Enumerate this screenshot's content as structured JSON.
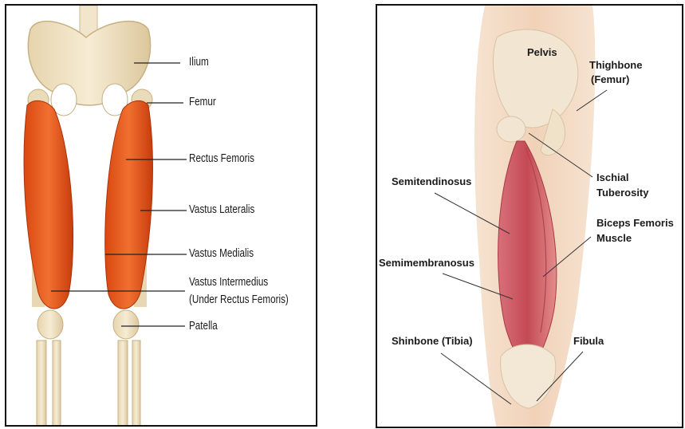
{
  "left_panel": {
    "labels": {
      "ilium": "Ilium",
      "femur": "Femur",
      "rectus_femoris": "Rectus Femoris",
      "vastus_lateralis": "Vastus Lateralis",
      "vastus_medialis": "Vastus Medialis",
      "vastus_intermedius": "Vastus Intermedius",
      "vastus_intermedius_note": "(Under Rectus Femoris)",
      "patella": "Patella"
    }
  },
  "right_panel": {
    "labels": {
      "pelvis": "Pelvis",
      "thighbone": "Thighbone",
      "thighbone_alt": "(Femur)",
      "ischial": "Ischial",
      "tuberosity": "Tuberosity",
      "biceps_femoris": "Biceps Femoris",
      "muscle": "Muscle",
      "semitendinosus": "Semitendinosus",
      "semimembranosus": "Semimembranosus",
      "shinbone": "Shinbone (Tibia)",
      "fibula": "Fibula"
    }
  },
  "colors": {
    "muscle_orange": "#e8541c",
    "bone": "#efe2c3",
    "hamstring_red": "#c9565a",
    "skin": "#f3d8c2"
  }
}
